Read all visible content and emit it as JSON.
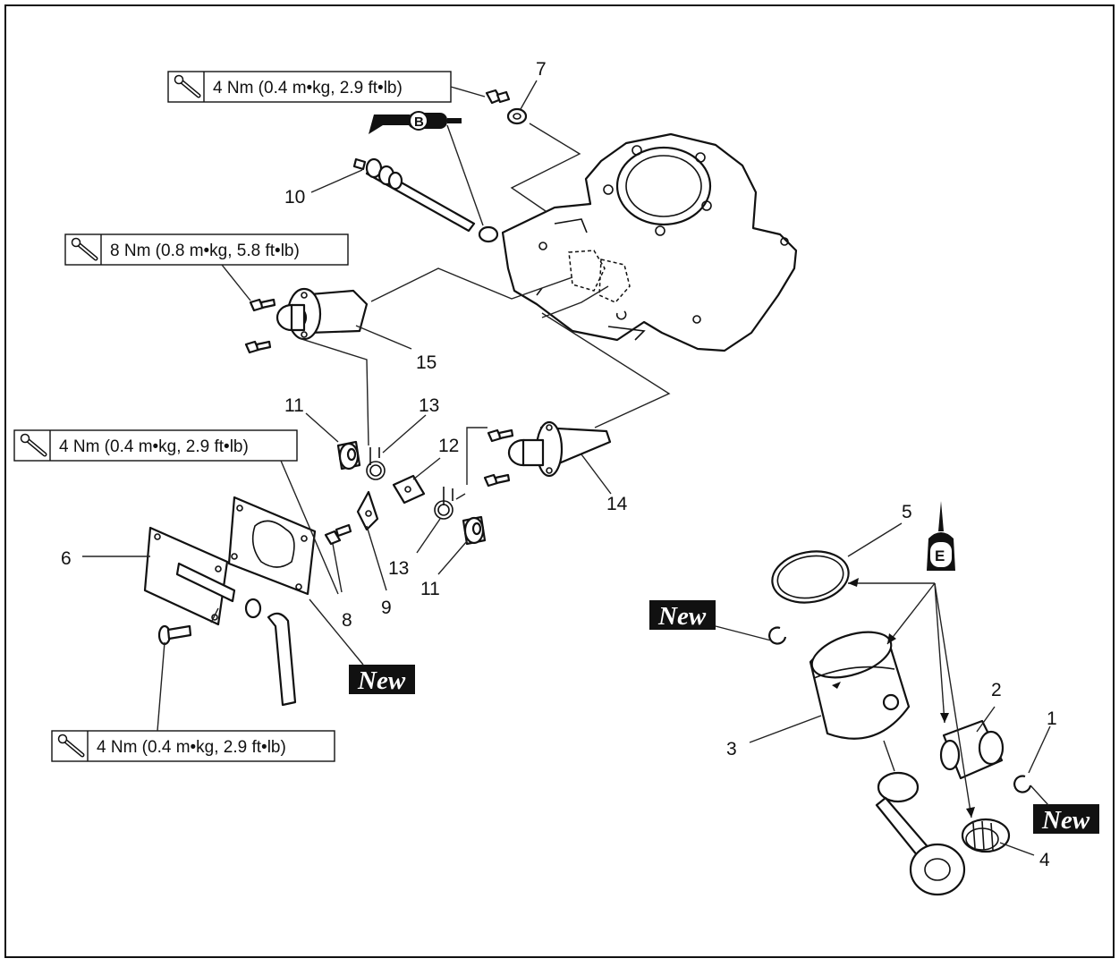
{
  "torque_specs": {
    "t1": "4 Nm (0.4 m•kg, 2.9 ft•lb)",
    "t2": "8 Nm (0.8 m•kg, 5.8 ft•lb)",
    "t3": "4 Nm (0.4 m•kg, 2.9 ft•lb)",
    "t4": "4 Nm (0.4 m•kg, 2.9 ft•lb)"
  },
  "callouts": {
    "n1": "1",
    "n2": "2",
    "n3": "3",
    "n4": "4",
    "n5": "5",
    "n6": "6",
    "n7": "7",
    "n8": "8",
    "n9": "9",
    "n10": "10",
    "n11a": "11",
    "n11b": "11",
    "n12": "12",
    "n13a": "13",
    "n13b": "13",
    "n14": "14",
    "n15": "15"
  },
  "badges": {
    "new1": "New",
    "new2": "New",
    "new3": "New"
  },
  "lubricant_symbols": {
    "grease": "B",
    "oil": "E"
  },
  "icons": {
    "torque": "torque-wrench-icon",
    "grease": "grease-gun-icon",
    "oil": "oil-can-icon"
  }
}
